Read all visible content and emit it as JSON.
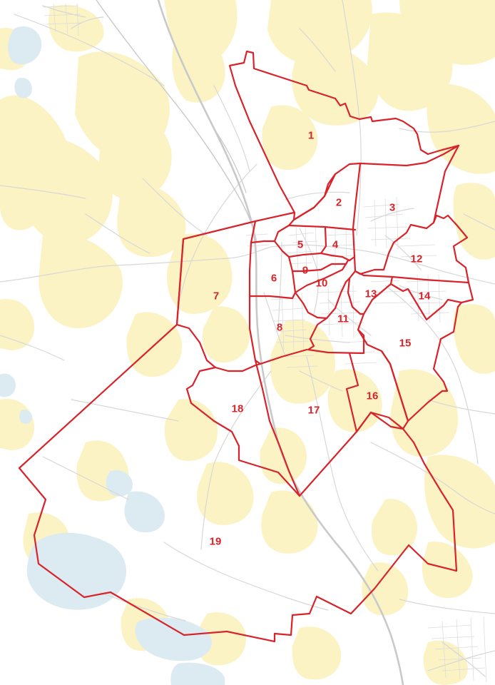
{
  "map": {
    "colors": {
      "background": "#ffffff",
      "land_fill": "#fbf3c4",
      "water_fill": "#dcebf2",
      "road_stroke": "#d7d7d7",
      "railway_stroke": "#c9c9c9",
      "boundary_stroke": "#d8232a",
      "label_color": "#d8232a"
    },
    "districts": [
      {
        "id": "d1",
        "label": "1"
      },
      {
        "id": "d2",
        "label": "2"
      },
      {
        "id": "d3",
        "label": "3"
      },
      {
        "id": "d4",
        "label": "4"
      },
      {
        "id": "d5",
        "label": "5"
      },
      {
        "id": "d6",
        "label": "6"
      },
      {
        "id": "d7",
        "label": "7"
      },
      {
        "id": "d8",
        "label": "8"
      },
      {
        "id": "d9",
        "label": "9"
      },
      {
        "id": "d10",
        "label": "10"
      },
      {
        "id": "d11",
        "label": "11"
      },
      {
        "id": "d12",
        "label": "12"
      },
      {
        "id": "d13",
        "label": "13"
      },
      {
        "id": "d14",
        "label": "14"
      },
      {
        "id": "d15",
        "label": "15"
      },
      {
        "id": "d16",
        "label": "16"
      },
      {
        "id": "d17",
        "label": "17"
      },
      {
        "id": "d18",
        "label": "18"
      },
      {
        "id": "d19",
        "label": "19"
      }
    ]
  }
}
